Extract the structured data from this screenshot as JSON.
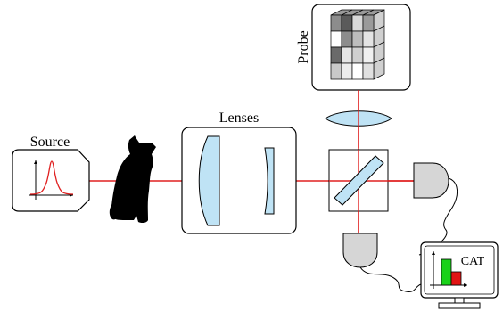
{
  "labels": {
    "source": "Source",
    "lenses": "Lenses",
    "probe": "Probe",
    "cat": "CAT"
  },
  "colors": {
    "beam": "#e02020",
    "lens_fill": "#bfe3f5",
    "detector_fill": "#d6d6d6",
    "bar_green": "#19d219",
    "bar_red": "#e01414",
    "cat_silhouette": "#000000",
    "outline": "#000000"
  },
  "icons": {
    "source": "gaussian-pulse-icon",
    "object": "cat-silhouette-icon",
    "probe": "pixel-grid-cube-icon",
    "monitor": "bar-chart-monitor-icon"
  }
}
